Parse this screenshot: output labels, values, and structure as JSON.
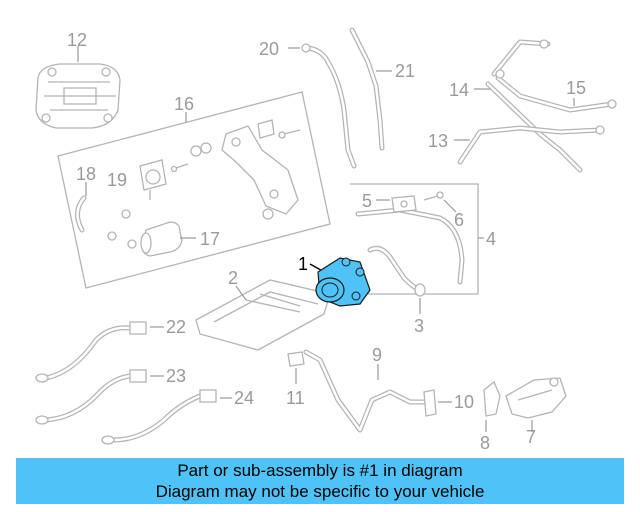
{
  "diagram": {
    "callouts": [
      {
        "id": "1",
        "label": "1"
      },
      {
        "id": "2",
        "label": "2"
      },
      {
        "id": "3",
        "label": "3"
      },
      {
        "id": "4",
        "label": "4"
      },
      {
        "id": "5",
        "label": "5"
      },
      {
        "id": "6",
        "label": "6"
      },
      {
        "id": "7",
        "label": "7"
      },
      {
        "id": "8",
        "label": "8"
      },
      {
        "id": "9",
        "label": "9"
      },
      {
        "id": "10",
        "label": "10"
      },
      {
        "id": "11",
        "label": "11"
      },
      {
        "id": "12",
        "label": "12"
      },
      {
        "id": "13",
        "label": "13"
      },
      {
        "id": "14",
        "label": "14"
      },
      {
        "id": "15",
        "label": "15"
      },
      {
        "id": "16",
        "label": "16"
      },
      {
        "id": "17",
        "label": "17"
      },
      {
        "id": "18",
        "label": "18"
      },
      {
        "id": "19",
        "label": "19"
      },
      {
        "id": "20",
        "label": "20"
      },
      {
        "id": "21",
        "label": "21"
      },
      {
        "id": "22",
        "label": "22"
      },
      {
        "id": "23",
        "label": "23"
      },
      {
        "id": "24",
        "label": "24"
      }
    ],
    "highlight_part": "1",
    "colors": {
      "highlight": "#4fc3f7",
      "line": "#b4b4b4",
      "label": "#9a9a9a"
    }
  },
  "footer": {
    "line1": "Part or sub-assembly is #1 in diagram",
    "line2": "Diagram may not be specific to your vehicle",
    "background": "#4fc3f7"
  }
}
